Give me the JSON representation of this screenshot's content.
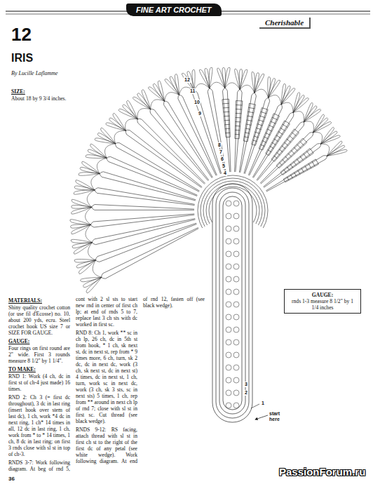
{
  "diagram": {
    "title": "IRIS",
    "nodes": [
      {
        "text": [
          "FINE ART CROCHET"
        ]
      },
      {
        "text": [
          "Cherishable"
        ]
      },
      {
        "text": [
          "GAUGE:",
          "rnds 1-3 measure 8 1/2\" by 1 1/4 inches"
        ]
      }
    ],
    "labels": [
      "12",
      "By Lucille Laflamme",
      "SIZE:",
      "About 18 by 9 3/4 inches.",
      "MATERIALS:",
      "Shiny quality crochet cotton (or use fil d'Ecosse) no. 10, about 200 yds, ecru. Steel crochet hook US size 7 or SIZE FOR GAUGE.",
      "GAUGE:",
      "Four rings on first round are 2\" wide. First 3 rounds measure 8 1/2\" by 1 1/4\".",
      "TO MAKE:",
      "RND 1: Work (4 ch, dc in first st of ch-4 just made) 16 times.",
      "RND 2: Ch 3 (= first dc throughout), 3 dc in last ring (insert hook over stem of last dc), 1 ch, work *4 dc in next ring, 1 ch* 14 times in all, 12 dc in last ring, 1 ch, work from * to * 14 times, 1 ch, 8 dc in last ring; on first 3 rnds close with sl st in top of ch-3.",
      "RNDS 3-7: Work following diagram. At beg of rnd 5, cont with 2 sl sts to start new rnd in center of first ch lp; at end of rnds 5 to 7, replace last 3 ch sts with dc worked in first sc.",
      "RND 8: Ch 1, work ** sc in ch lp, 26 ch, dc in 5th st from hook, * 1 ch, sk next st, dc in next st, rep from * 9 times more, 6 ch, turn, sk 2 dc, dc in next dc, work (3 ch, sk next st, dc in next st) 4 times, dc in next st, 1 ch, turn, work sc in next dc, work (3 ch, sk 3 sts, sc in next sts) 5 times, 1 ch, rep from ** around in next ch lp of rnd 7; close with sl st in first sc. Cut thread (see black wedge).",
      "RNDS 9-12: RS facing, attach thread with sl st in first ch st to the right of the first dc of any petal (see white wedge). Work following diagram. At end of rnd 12, fasten off (see black wedge).",
      "start here",
      "1",
      "2",
      "3",
      "4",
      "5",
      "6",
      "7",
      "8",
      "9",
      "10",
      "11",
      "12",
      "36",
      "PassionForum.ru"
    ]
  }
}
